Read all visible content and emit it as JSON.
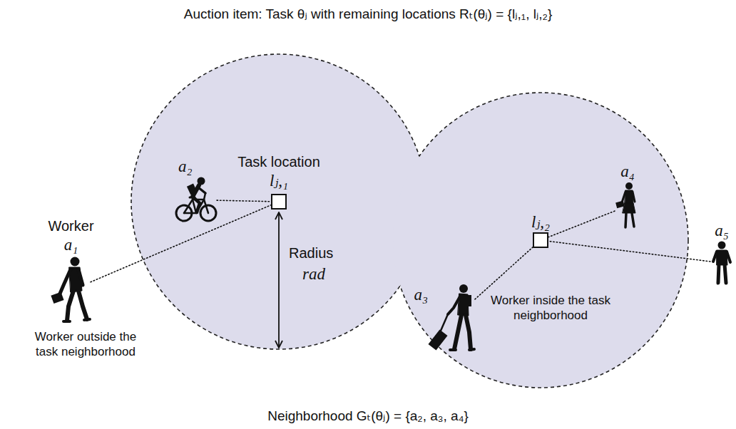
{
  "diagram": {
    "title": "Auction item: Task θⱼ with remaining locations Rₜ(θⱼ) = {lⱼ,₁, lⱼ,₂}",
    "caption": "Neighborhood Gₜ(θⱼ) = {a₂, a₃, a₄}",
    "nodes": [
      {
        "text": [
          "Task location",
          "lⱼ,₁"
        ]
      },
      {
        "text": [
          "lⱼ,₂"
        ]
      },
      {
        "text": [
          "Worker",
          "a₁"
        ]
      },
      {
        "text": [
          "a₂"
        ]
      },
      {
        "text": [
          "a₃"
        ]
      },
      {
        "text": [
          "a₄"
        ]
      },
      {
        "text": [
          "a₅"
        ]
      }
    ],
    "edges": [
      {
        "from": 2,
        "to": 0,
        "arrow": "none"
      },
      {
        "from": 3,
        "to": 0,
        "arrow": "none"
      },
      {
        "from": 4,
        "to": 1,
        "arrow": "none"
      },
      {
        "from": 5,
        "to": 1,
        "arrow": "none"
      },
      {
        "from": 6,
        "to": 1,
        "arrow": "none"
      }
    ],
    "labels": [
      "Radius",
      "rad",
      "Worker outside the task neighborhood",
      "Worker inside the task neighborhood"
    ]
  }
}
